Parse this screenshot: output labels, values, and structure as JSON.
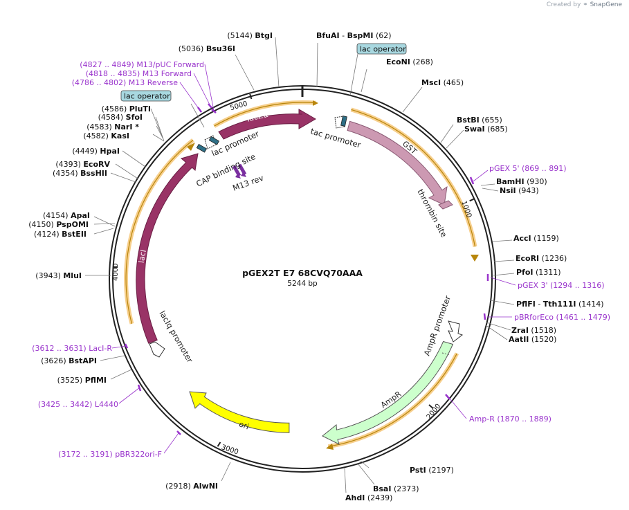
{
  "watermark": {
    "prefix": "Created by",
    "brand": "SnapGene"
  },
  "plasmid": {
    "name": "pGEX2T E7 68CVQ70AAA",
    "length": "5244 bp"
  },
  "ticks": [
    "1000",
    "2000",
    "3000",
    "4000",
    "5000"
  ],
  "features": {
    "lacZa": "lacZα",
    "GST": "GST",
    "lacI": "lacI",
    "ori": "ori",
    "AmpR": "AmpR",
    "tac_promoter": "tac promoter",
    "lac_promoter": "lac promoter",
    "cap_site": "CAP binding site",
    "m13_rev": "M13 rev",
    "thrombin_site": "thrombin site",
    "ampr_promoter": "AmpR promoter",
    "laciq_promoter": "lacIq promoter",
    "lac_operator_1": "lac operator",
    "lac_operator_2": "lac operator"
  },
  "sites": [
    {
      "name": "BfuAI",
      "name2": "BspMI",
      "pos": "(62)"
    },
    {
      "name": "EcoNI",
      "pos": "(268)"
    },
    {
      "name": "MscI",
      "pos": "(465)"
    },
    {
      "name": "BstBI",
      "pos": "(655)"
    },
    {
      "name": "SwaI",
      "pos": "(685)"
    },
    {
      "name": "BamHI",
      "pos": "(930)"
    },
    {
      "name": "NsiI",
      "pos": "(943)"
    },
    {
      "name": "AccI",
      "pos": "(1159)"
    },
    {
      "name": "EcoRI",
      "pos": "(1236)"
    },
    {
      "name": "PfoI",
      "pos": "(1311)"
    },
    {
      "name": "PflFI",
      "name2": "Tth111I",
      "pos": "(1414)"
    },
    {
      "name": "ZraI",
      "pos": "(1518)"
    },
    {
      "name": "AatII",
      "pos": "(1520)"
    },
    {
      "name": "PstI",
      "pos": "(2197)"
    },
    {
      "name": "BsaI",
      "pos": "(2373)"
    },
    {
      "name": "AhdI",
      "pos": "(2439)"
    },
    {
      "name": "AlwNI",
      "pos": "(2918)"
    },
    {
      "name": "PflMI",
      "pos": "(3525)"
    },
    {
      "name": "BstAPI",
      "pos": "(3626)"
    },
    {
      "name": "MluI",
      "pos": "(3943)"
    },
    {
      "name": "BstEII",
      "pos": "(4124)"
    },
    {
      "name": "PspOMI",
      "pos": "(4150)"
    },
    {
      "name": "ApaI",
      "pos": "(4154)"
    },
    {
      "name": "BssHII",
      "pos": "(4354)"
    },
    {
      "name": "EcoRV",
      "pos": "(4393)"
    },
    {
      "name": "HpaI",
      "pos": "(4449)"
    },
    {
      "name": "KasI",
      "pos": "(4582)"
    },
    {
      "name": "NarI *",
      "pos": "(4583)"
    },
    {
      "name": "SfoI",
      "pos": "(4584)"
    },
    {
      "name": "PluTI",
      "pos": "(4586)"
    },
    {
      "name": "Bsu36I",
      "pos": "(5036)"
    },
    {
      "name": "BtgI",
      "pos": "(5144)"
    }
  ],
  "primers": [
    {
      "name": "pGEX 5'",
      "range": "(869 .. 891)"
    },
    {
      "name": "pGEX 3'",
      "range": "(1294 .. 1316)"
    },
    {
      "name": "pBRforEco",
      "range": "(1461 .. 1479)"
    },
    {
      "name": "Amp-R",
      "range": "(1870 .. 1889)"
    },
    {
      "name": "pBR322ori-F",
      "range": "(3172 .. 3191)"
    },
    {
      "name": "L4440",
      "range": "(3425 .. 3442)"
    },
    {
      "name": "LacI-R",
      "range": "(3612 .. 3631)"
    },
    {
      "name": "M13 Reverse",
      "range": "(4786 .. 4802)"
    },
    {
      "name": "M13 Forward",
      "range": "(4818 .. 4835)"
    },
    {
      "name": "M13/pUC Forward",
      "range": "(4827 .. 4849)"
    }
  ],
  "colors": {
    "lacZa": "#993366",
    "GST": "#cc99b2",
    "lacI": "#993366",
    "ori": "#ffff00",
    "AmpR": "#ccffcc",
    "orf": "#f0a830",
    "primer": "#9933cc",
    "operator": "#a8d8e0",
    "promoter": "#ffffff",
    "rbs": "#2e6f86"
  }
}
